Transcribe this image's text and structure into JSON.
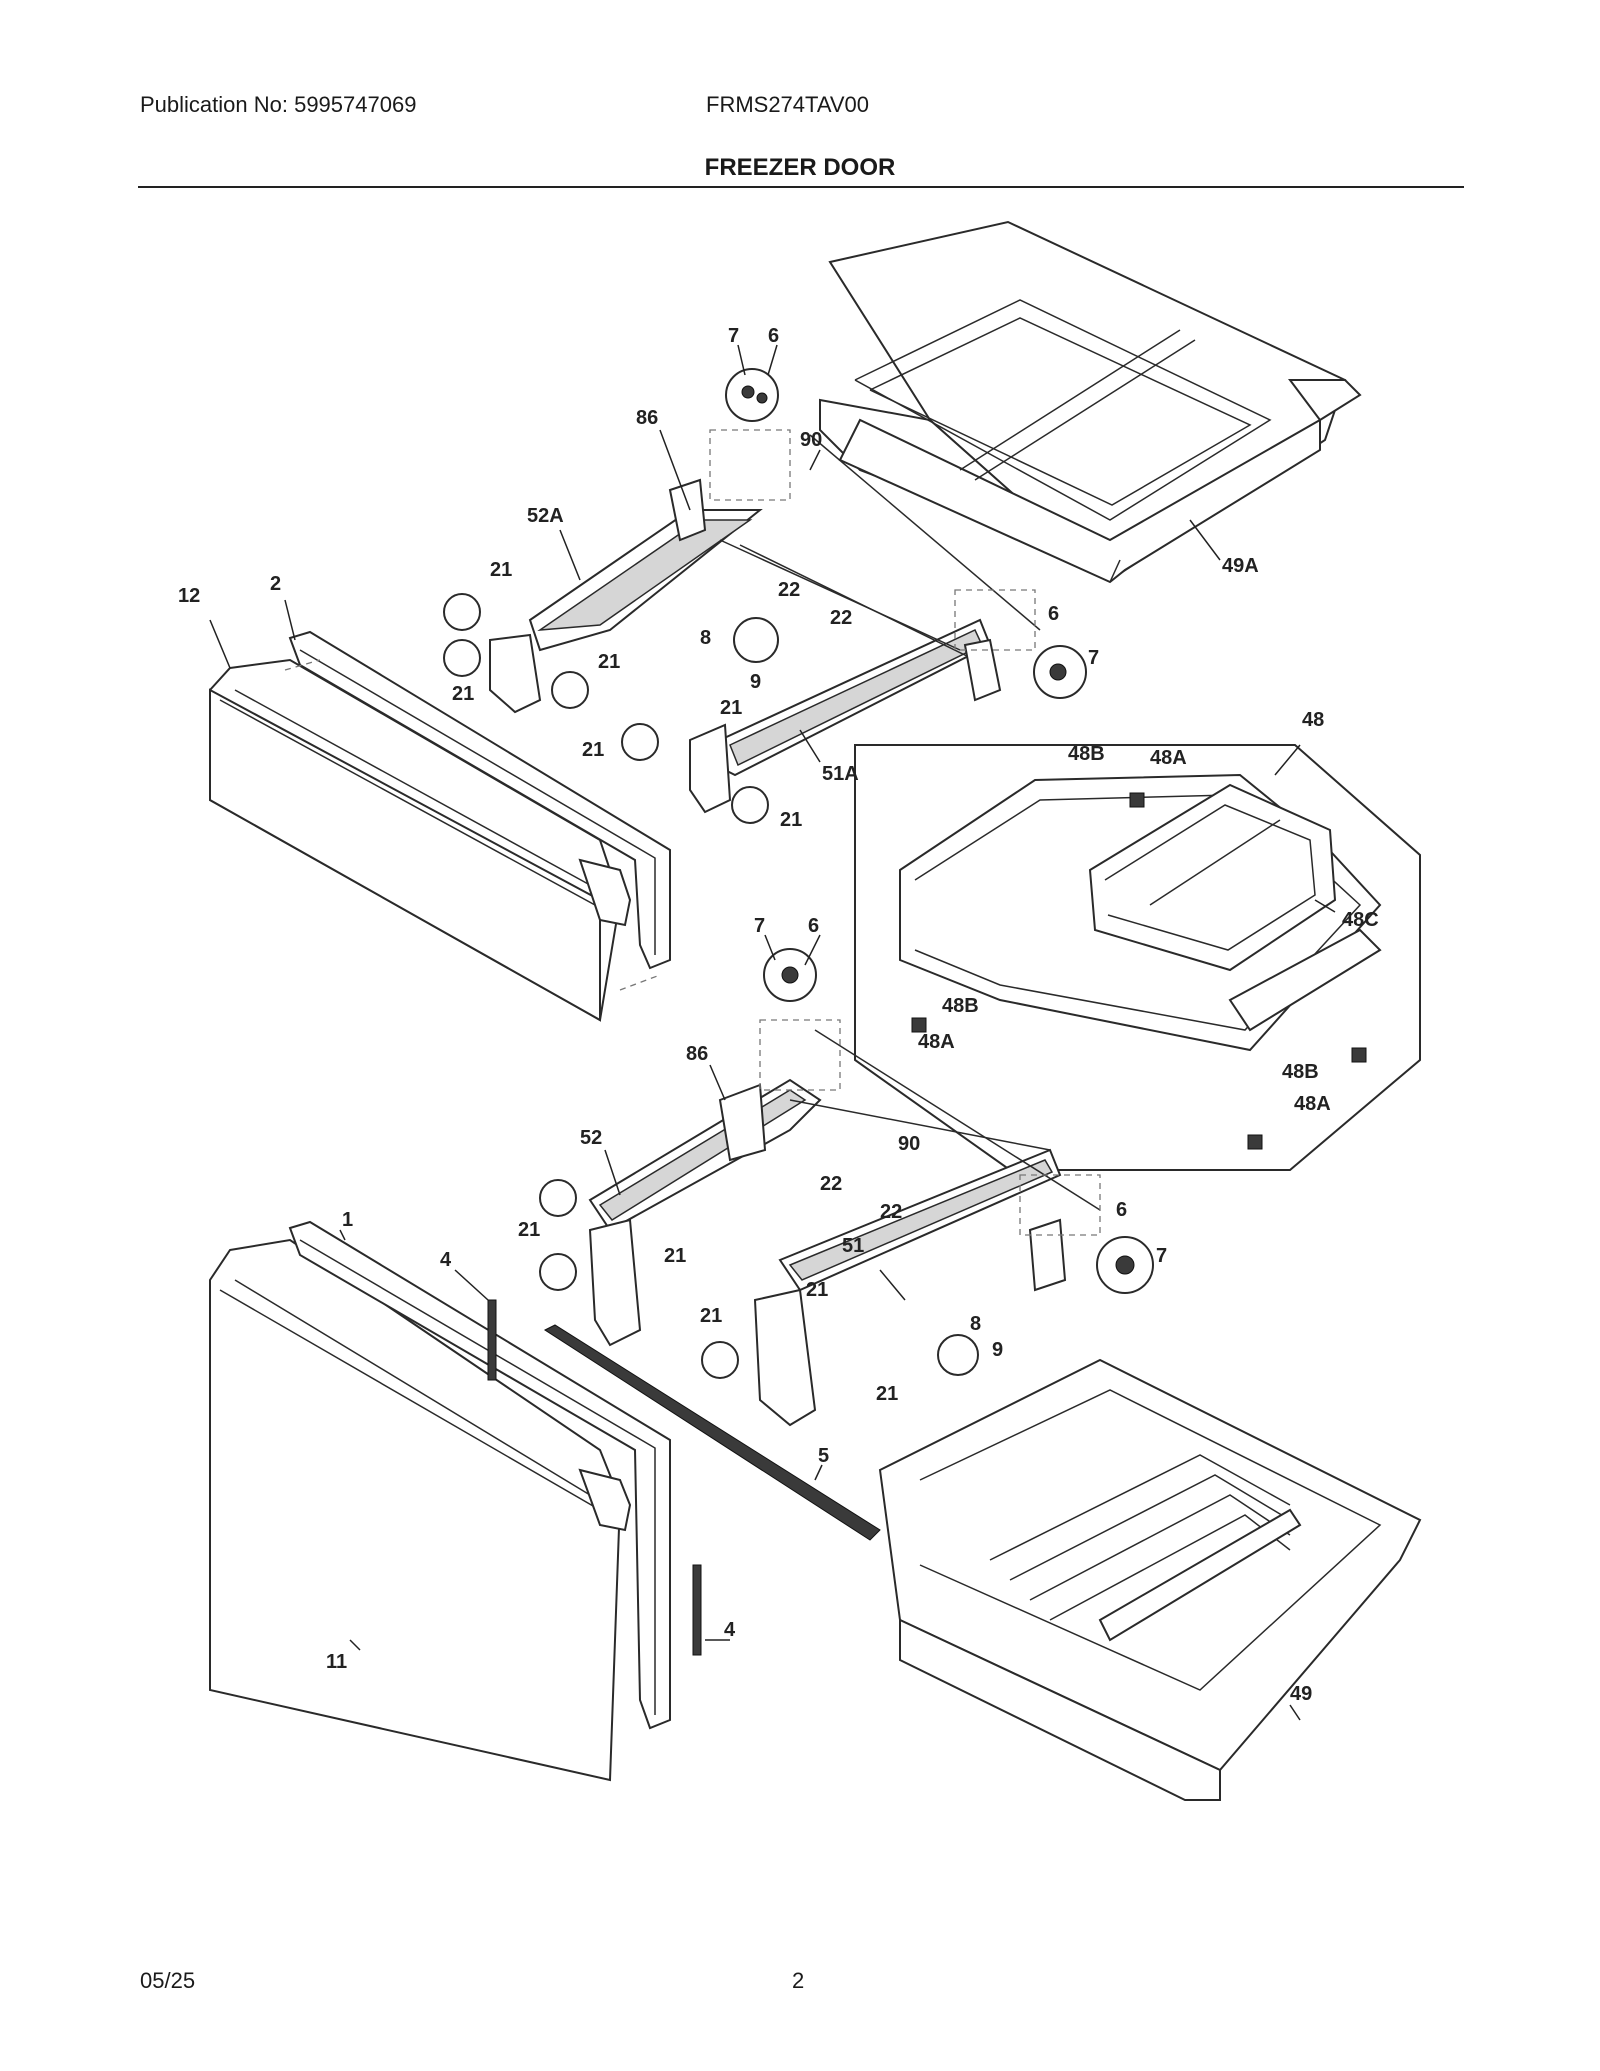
{
  "header": {
    "publication": "Publication No: 5995747069",
    "model": "FRMS274TAV00",
    "title": "FREEZER DOOR"
  },
  "footer": {
    "date": "05/25",
    "page": "2"
  },
  "callouts": {
    "c7a": "7",
    "c6a": "6",
    "c86a": "86",
    "c90a": "90",
    "c52A": "52A",
    "c21a": "21",
    "c21b": "21",
    "c21c": "21",
    "c22a": "22",
    "c49A": "49A",
    "c12": "12",
    "c2": "2",
    "c8a": "8",
    "c9a": "9",
    "c22b": "22",
    "c6b": "6",
    "c7b": "7",
    "c21d": "21",
    "c21e": "21",
    "c51A": "51A",
    "c21f": "21",
    "c48": "48",
    "c48B1": "48B",
    "c48A1": "48A",
    "c48C": "48C",
    "c48B2": "48B",
    "c48A2": "48A",
    "c48B3": "48B",
    "c48A3": "48A",
    "c7c": "7",
    "c6c": "6",
    "c86b": "86",
    "c90b": "90",
    "c52": "52",
    "c22c": "22",
    "c1": "1",
    "c21g": "21",
    "c21h": "21",
    "c4a": "4",
    "c22d": "22",
    "c6d": "6",
    "c51": "51",
    "c7d": "7",
    "c21i": "21",
    "c21j": "21",
    "c8b": "8",
    "c9b": "9",
    "c21k": "21",
    "c5": "5",
    "c11": "11",
    "c4b": "4",
    "c49": "49"
  }
}
